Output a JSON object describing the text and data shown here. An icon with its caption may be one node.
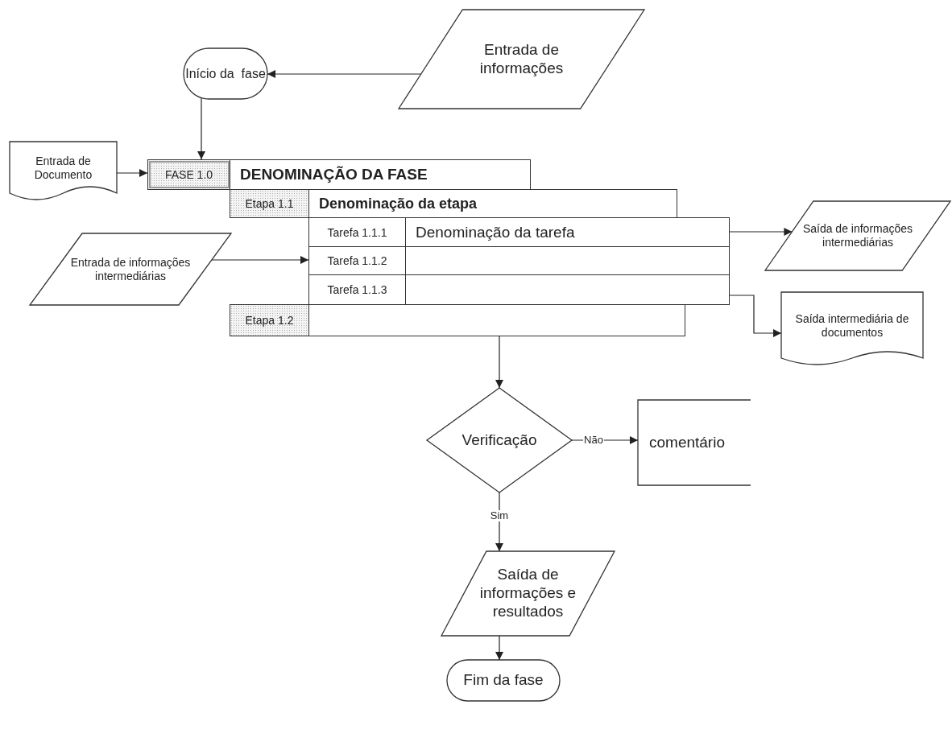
{
  "diagram": {
    "nodes": [
      {
        "text": [
          "Início da  fase"
        ]
      },
      {
        "text": [
          "Entrada de informações"
        ]
      },
      {
        "text": [
          "Entrada de Documento"
        ]
      },
      {
        "text": [
          "FASE 1.0",
          "DENOMINAÇÃO DA FASE"
        ]
      },
      {
        "text": [
          "Etapa 1.1",
          "Denominação da etapa"
        ]
      },
      {
        "text": [
          "Entrada de informações intermediárias"
        ]
      },
      {
        "text": [
          "Tarefa 1.1.1",
          "Denominação da tarefa"
        ]
      },
      {
        "text": [
          "Saída de informações intermediárias"
        ]
      },
      {
        "text": [
          "Tarefa 1.1.2"
        ]
      },
      {
        "text": [
          "Tarefa 1.1.3"
        ]
      },
      {
        "text": [
          "Saída intermediária de documentos"
        ]
      },
      {
        "text": [
          "Etapa 1.2"
        ]
      },
      {
        "text": [
          "Verificação"
        ]
      },
      {
        "text": [
          "comentário"
        ]
      },
      {
        "text": [
          "Saída de informações e resultados"
        ]
      },
      {
        "text": [
          "Fim da fase"
        ]
      }
    ],
    "edges": [
      {
        "from": 1,
        "to": 0,
        "arrow": "to"
      },
      {
        "from": 0,
        "to": 3,
        "arrow": "to"
      },
      {
        "from": 2,
        "to": 3,
        "arrow": "to"
      },
      {
        "from": 5,
        "to": 8,
        "arrow": "to"
      },
      {
        "from": 6,
        "to": 7,
        "arrow": "to"
      },
      {
        "from": 9,
        "to": 10,
        "arrow": "to"
      },
      {
        "from": 11,
        "to": 12,
        "arrow": "to"
      },
      {
        "from": 12,
        "to": 13,
        "label": "Não",
        "arrow": "to"
      },
      {
        "from": 12,
        "to": 14,
        "label": "Sim",
        "arrow": "to"
      },
      {
        "from": 14,
        "to": 15,
        "arrow": "to"
      }
    ]
  }
}
